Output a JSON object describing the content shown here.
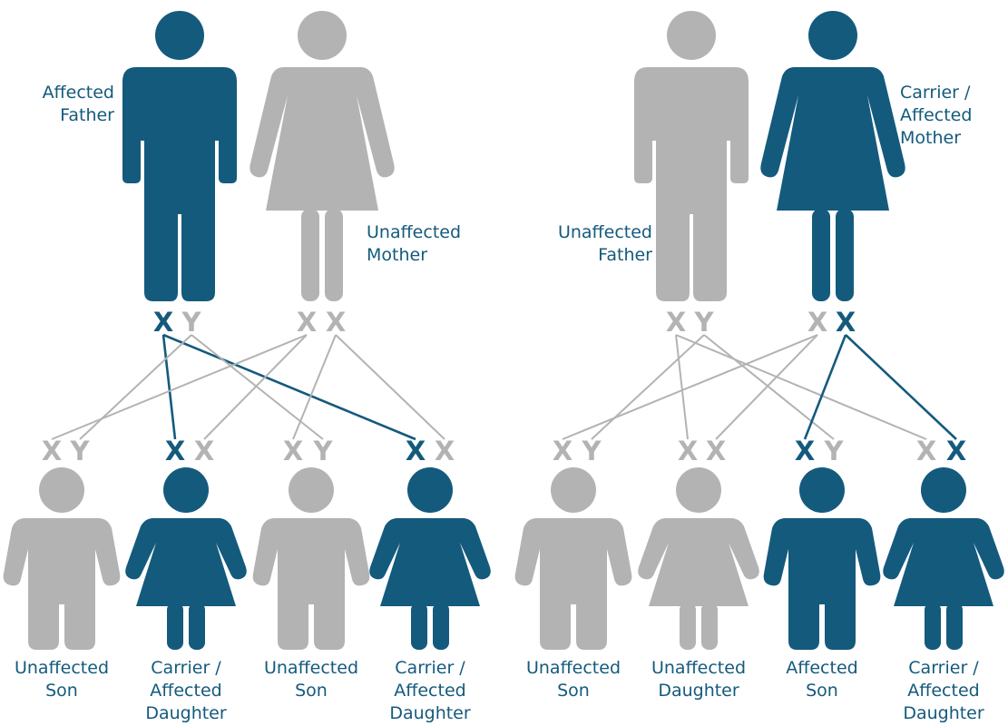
{
  "colors": {
    "affected": "#145a7d",
    "unaffected": "#b3b3b3",
    "background": "#ffffff"
  },
  "panels": [
    {
      "parents": [
        {
          "label": [
            "Affected",
            "Father"
          ],
          "status": "affected",
          "sex": "male",
          "alleles": [
            {
              "text": "X",
              "status": "affected"
            },
            {
              "text": "Y",
              "status": "unaffected"
            }
          ]
        },
        {
          "label": [
            "Unaffected",
            "Mother"
          ],
          "status": "unaffected",
          "sex": "female",
          "alleles": [
            {
              "text": "X",
              "status": "unaffected"
            },
            {
              "text": "X",
              "status": "unaffected"
            }
          ]
        }
      ],
      "children": [
        {
          "label": [
            "Unaffected",
            "Son"
          ],
          "status": "unaffected",
          "sex": "male",
          "alleles": [
            {
              "text": "X",
              "status": "unaffected"
            },
            {
              "text": "Y",
              "status": "unaffected"
            }
          ]
        },
        {
          "label": [
            "Carrier /",
            "Affected",
            "Daughter"
          ],
          "status": "affected",
          "sex": "female",
          "alleles": [
            {
              "text": "X",
              "status": "affected"
            },
            {
              "text": "X",
              "status": "unaffected"
            }
          ]
        },
        {
          "label": [
            "Unaffected",
            "Son"
          ],
          "status": "unaffected",
          "sex": "male",
          "alleles": [
            {
              "text": "X",
              "status": "unaffected"
            },
            {
              "text": "Y",
              "status": "unaffected"
            }
          ]
        },
        {
          "label": [
            "Carrier /",
            "Affected",
            "Daughter"
          ],
          "status": "affected",
          "sex": "female",
          "alleles": [
            {
              "text": "X",
              "status": "affected"
            },
            {
              "text": "X",
              "status": "unaffected"
            }
          ]
        }
      ]
    },
    {
      "parents": [
        {
          "label": [
            "Unaffected",
            "Father"
          ],
          "status": "unaffected",
          "sex": "male",
          "alleles": [
            {
              "text": "X",
              "status": "unaffected"
            },
            {
              "text": "Y",
              "status": "unaffected"
            }
          ]
        },
        {
          "label": [
            "Carrier /",
            "Affected",
            "Mother"
          ],
          "status": "affected",
          "sex": "female",
          "alleles": [
            {
              "text": "X",
              "status": "unaffected"
            },
            {
              "text": "X",
              "status": "affected"
            }
          ]
        }
      ],
      "children": [
        {
          "label": [
            "Unaffected",
            "Son"
          ],
          "status": "unaffected",
          "sex": "male",
          "alleles": [
            {
              "text": "X",
              "status": "unaffected"
            },
            {
              "text": "Y",
              "status": "unaffected"
            }
          ]
        },
        {
          "label": [
            "Unaffected",
            "Daughter"
          ],
          "status": "unaffected",
          "sex": "female",
          "alleles": [
            {
              "text": "X",
              "status": "unaffected"
            },
            {
              "text": "X",
              "status": "unaffected"
            }
          ]
        },
        {
          "label": [
            "Affected",
            "Son"
          ],
          "status": "affected",
          "sex": "male",
          "alleles": [
            {
              "text": "X",
              "status": "affected"
            },
            {
              "text": "Y",
              "status": "unaffected"
            }
          ]
        },
        {
          "label": [
            "Carrier /",
            "Affected",
            "Daughter"
          ],
          "status": "affected",
          "sex": "female",
          "alleles": [
            {
              "text": "X",
              "status": "unaffected"
            },
            {
              "text": "X",
              "status": "affected"
            }
          ]
        }
      ]
    }
  ],
  "inheritance": [
    {
      "panel": 0,
      "from": [
        0,
        0
      ],
      "to": [
        1,
        0
      ],
      "status": "affected"
    },
    {
      "panel": 0,
      "from": [
        0,
        0
      ],
      "to": [
        3,
        0
      ],
      "status": "affected"
    },
    {
      "panel": 0,
      "from": [
        0,
        1
      ],
      "to": [
        0,
        1
      ],
      "status": "unaffected"
    },
    {
      "panel": 0,
      "from": [
        0,
        1
      ],
      "to": [
        2,
        1
      ],
      "status": "unaffected"
    },
    {
      "panel": 0,
      "from": [
        1,
        0
      ],
      "to": [
        0,
        0
      ],
      "status": "unaffected"
    },
    {
      "panel": 0,
      "from": [
        1,
        0
      ],
      "to": [
        1,
        1
      ],
      "status": "unaffected"
    },
    {
      "panel": 0,
      "from": [
        1,
        1
      ],
      "to": [
        2,
        0
      ],
      "status": "unaffected"
    },
    {
      "panel": 0,
      "from": [
        1,
        1
      ],
      "to": [
        3,
        1
      ],
      "status": "unaffected"
    },
    {
      "panel": 1,
      "from": [
        0,
        0
      ],
      "to": [
        1,
        0
      ],
      "status": "unaffected"
    },
    {
      "panel": 1,
      "from": [
        0,
        0
      ],
      "to": [
        3,
        0
      ],
      "status": "unaffected"
    },
    {
      "panel": 1,
      "from": [
        0,
        1
      ],
      "to": [
        0,
        1
      ],
      "status": "unaffected"
    },
    {
      "panel": 1,
      "from": [
        0,
        1
      ],
      "to": [
        2,
        1
      ],
      "status": "unaffected"
    },
    {
      "panel": 1,
      "from": [
        1,
        0
      ],
      "to": [
        0,
        0
      ],
      "status": "unaffected"
    },
    {
      "panel": 1,
      "from": [
        1,
        0
      ],
      "to": [
        1,
        1
      ],
      "status": "unaffected"
    },
    {
      "panel": 1,
      "from": [
        1,
        1
      ],
      "to": [
        2,
        0
      ],
      "status": "affected"
    },
    {
      "panel": 1,
      "from": [
        1,
        1
      ],
      "to": [
        3,
        1
      ],
      "status": "affected"
    }
  ]
}
